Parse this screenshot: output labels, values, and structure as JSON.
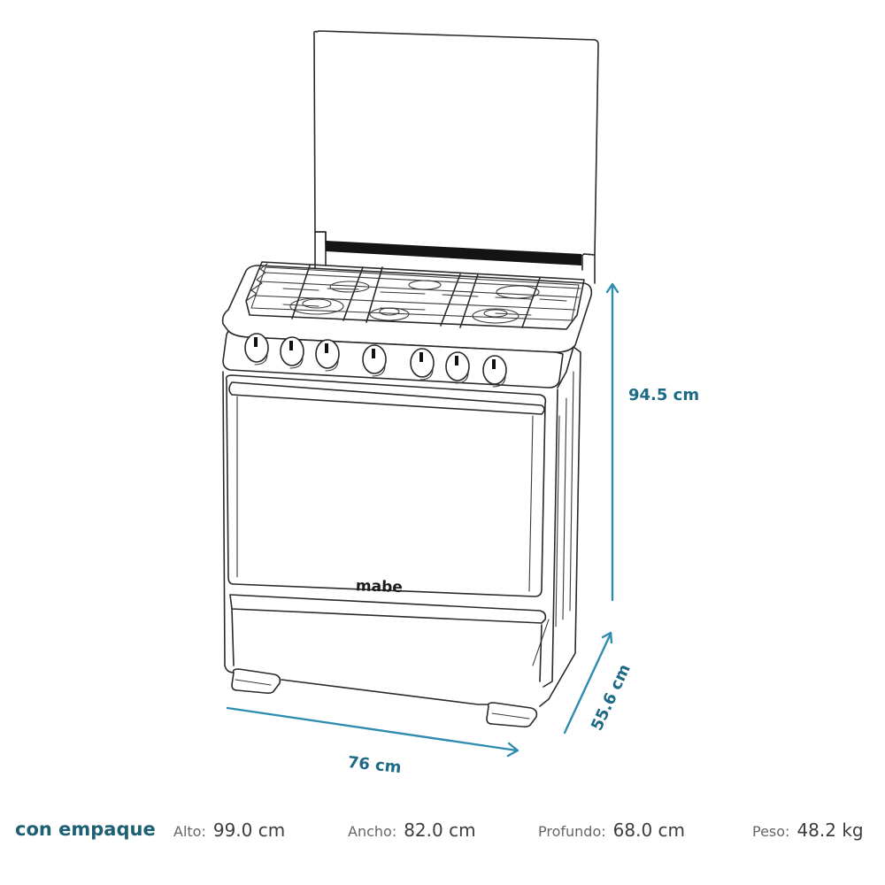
{
  "product": {
    "brand_label": "mabe",
    "type": "gas stove (freestanding range) with lid, 6 burners, 7 knobs"
  },
  "dimensions": {
    "height": "94.5 cm",
    "width": "76 cm",
    "depth": "55.6 cm"
  },
  "packaged": {
    "title": "con empaque",
    "specs": [
      {
        "label": "Alto:",
        "value": "99.0 cm"
      },
      {
        "label": "Ancho:",
        "value": "82.0 cm"
      },
      {
        "label": "Profundo:",
        "value": "68.0 cm"
      },
      {
        "label": "Peso:",
        "value": "48.2 kg"
      }
    ]
  },
  "colors": {
    "dimension_line": "#2e8cb0",
    "dimension_text": "#1d6a87",
    "title_text": "#1d5f73",
    "line_art": "#2a2a2a"
  }
}
